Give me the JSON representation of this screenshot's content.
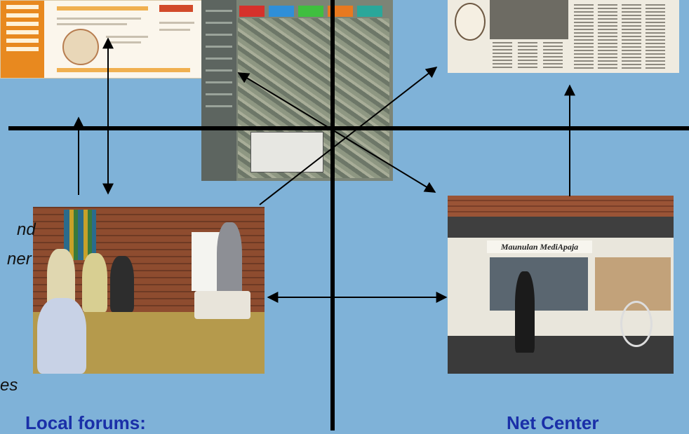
{
  "labels": {
    "local_forums": "Local forums:",
    "net_center": "Net Center"
  },
  "fragments": {
    "and": "nd",
    "ner": "ner",
    "es": "es"
  },
  "store_sign": "Maunulan MediApaja",
  "colors": {
    "background": "#7fb2d8",
    "label_text": "#1a2fa8",
    "axis_lines": "#000000"
  },
  "images": [
    {
      "name": "website-screenshot",
      "description": "orange-sidebar web page"
    },
    {
      "name": "map-screenshot",
      "description": "aerial map with colored tabs"
    },
    {
      "name": "newspaper-clipping",
      "description": "printed newspaper page"
    },
    {
      "name": "meeting-photo",
      "description": "people seated at a local forum meeting"
    },
    {
      "name": "storefront-photo",
      "description": "shop front with a woman and a bicycle"
    }
  ]
}
